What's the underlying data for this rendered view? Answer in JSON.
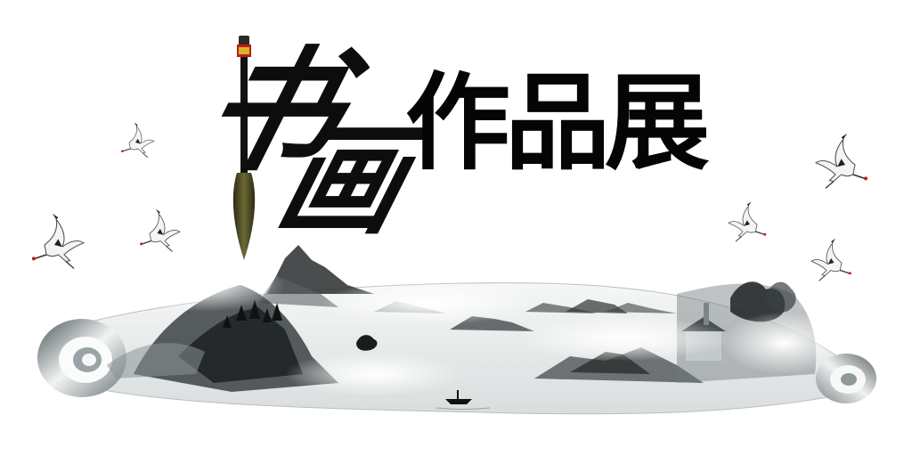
{
  "banner": {
    "title_calligraphy": [
      "书",
      "画"
    ],
    "title_bold": "作品展"
  },
  "colors": {
    "ink": "#0d0d0d",
    "scroll_paper": "#eef0f0",
    "scroll_shadow": "#8a9396",
    "brush_tip": "#5b5a2c",
    "crane_red": "#c21a1a"
  },
  "icons": [
    "brush-icon",
    "crane-icon",
    "boat-icon",
    "scroll-icon"
  ]
}
